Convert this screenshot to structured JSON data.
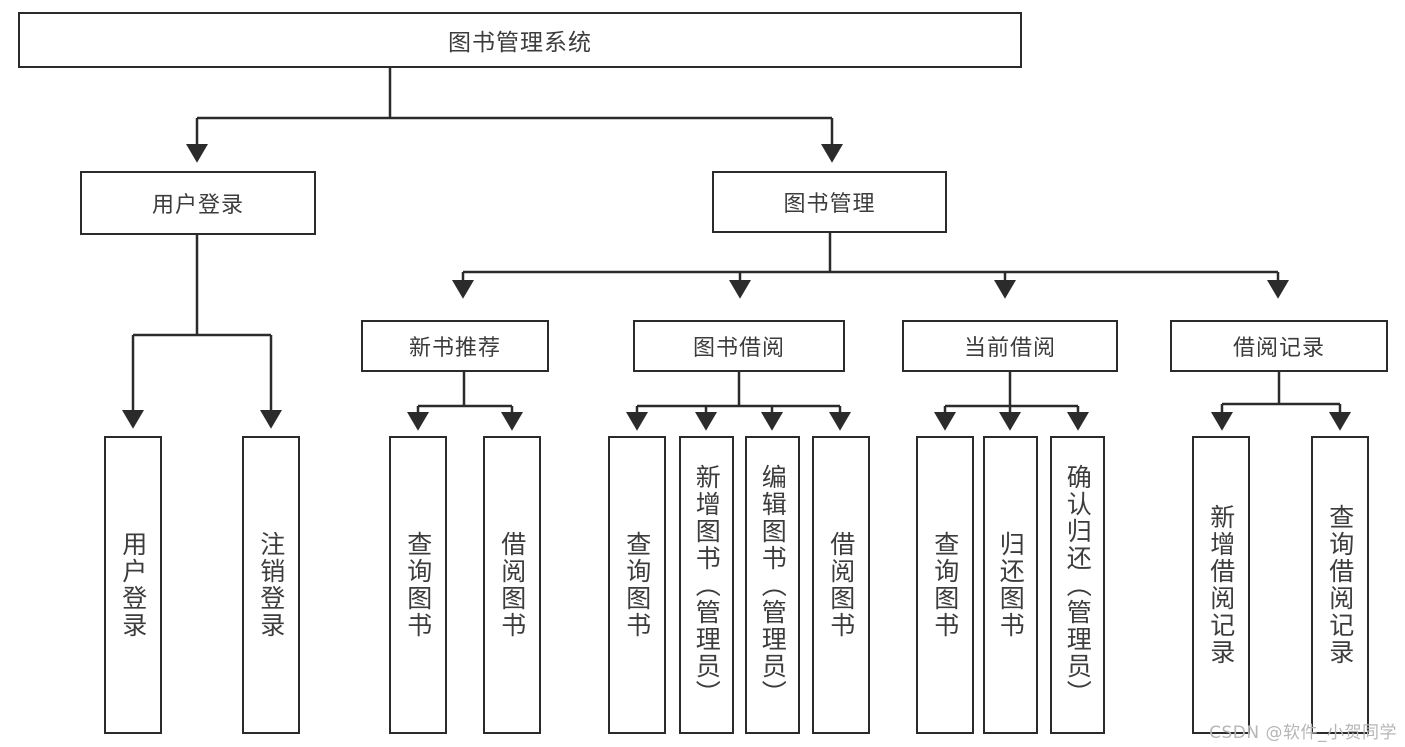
{
  "diagram": {
    "title": "图书管理系统",
    "watermark": "CSDN @软件_小贺同学",
    "colors": {
      "border": "#2b2b2b",
      "text": "#3c3c3c",
      "background": "#ffffff",
      "connector": "#2b2b2b",
      "watermark": "#b6b6b6"
    },
    "root": {
      "label": "图书管理系统"
    },
    "level2": [
      {
        "label": "用户登录"
      },
      {
        "label": "图书管理"
      }
    ],
    "level3": [
      {
        "label": "新书推荐"
      },
      {
        "label": "图书借阅"
      },
      {
        "label": "当前借阅"
      },
      {
        "label": "借阅记录"
      }
    ],
    "leaves": {
      "user_login": [
        {
          "label": "用户登录"
        },
        {
          "label": "注销登录"
        }
      ],
      "new_book": [
        {
          "label": "查询图书"
        },
        {
          "label": "借阅图书"
        }
      ],
      "borrow": [
        {
          "label": "查询图书"
        },
        {
          "label": "新增图书（管理员）"
        },
        {
          "label": "编辑图书（管理员）"
        },
        {
          "label": "借阅图书"
        }
      ],
      "current": [
        {
          "label": "查询图书"
        },
        {
          "label": "归还图书"
        },
        {
          "label": "确认归还（管理员）"
        }
      ],
      "records": [
        {
          "label": "新增借阅记录"
        },
        {
          "label": "查询借阅记录"
        }
      ]
    }
  }
}
